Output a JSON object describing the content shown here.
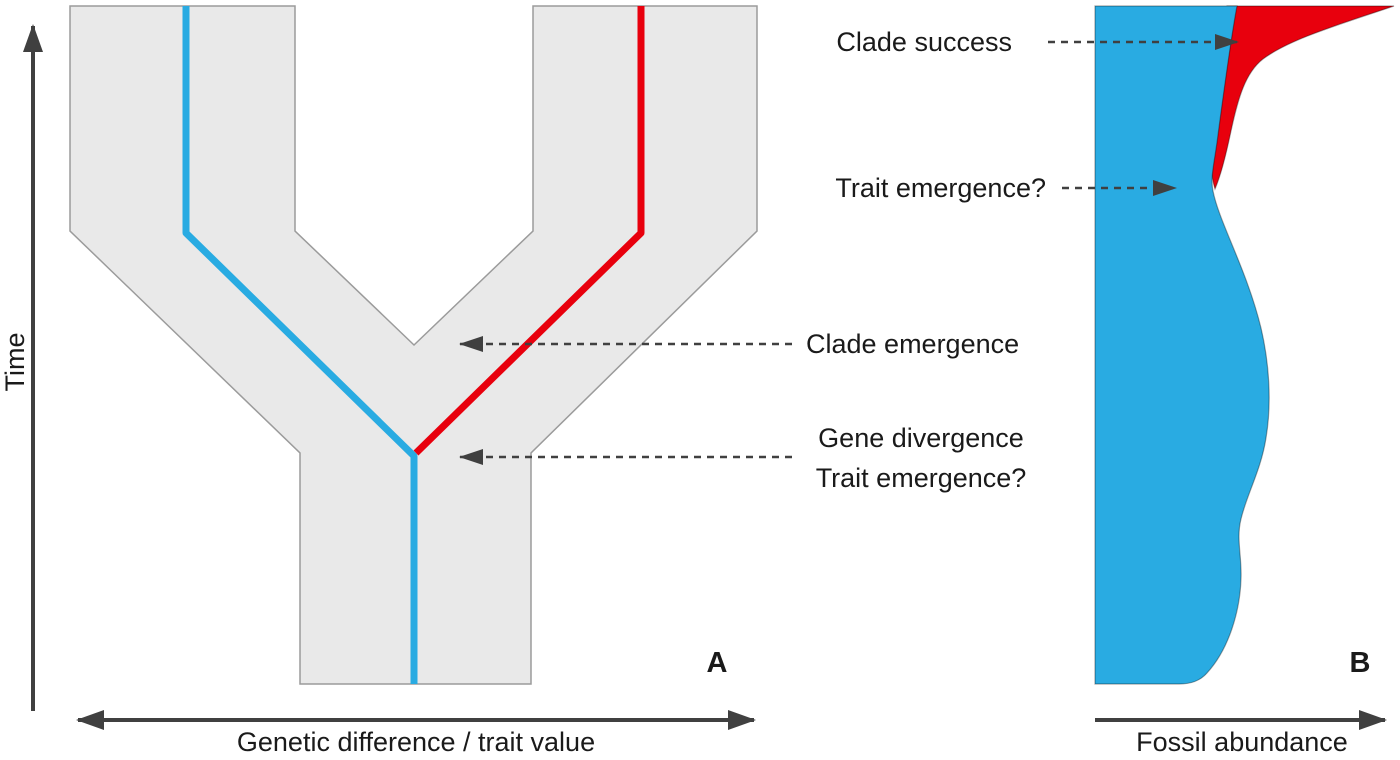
{
  "panel_a": {
    "panel_label": "A",
    "time_axis_label": "Time",
    "x_axis_label": "Genetic difference / trait value",
    "annotations": {
      "clade_emergence": "Clade emergence",
      "gene_divergence_line1": "Gene divergence",
      "gene_divergence_line2": "Trait emergence?"
    }
  },
  "panel_b": {
    "panel_label": "B",
    "x_axis_label": "Fossil abundance",
    "annotations": {
      "clade_success": "Clade success",
      "trait_emergence": "Trait emergence?"
    }
  },
  "colors": {
    "lineage_blue": "#29ABE2",
    "lineage_red": "#E8000D",
    "clade_fill": "#E9E9E9",
    "clade_outline": "#9B9B9B",
    "arrow": "#404040",
    "text": "#1A1A1A"
  }
}
